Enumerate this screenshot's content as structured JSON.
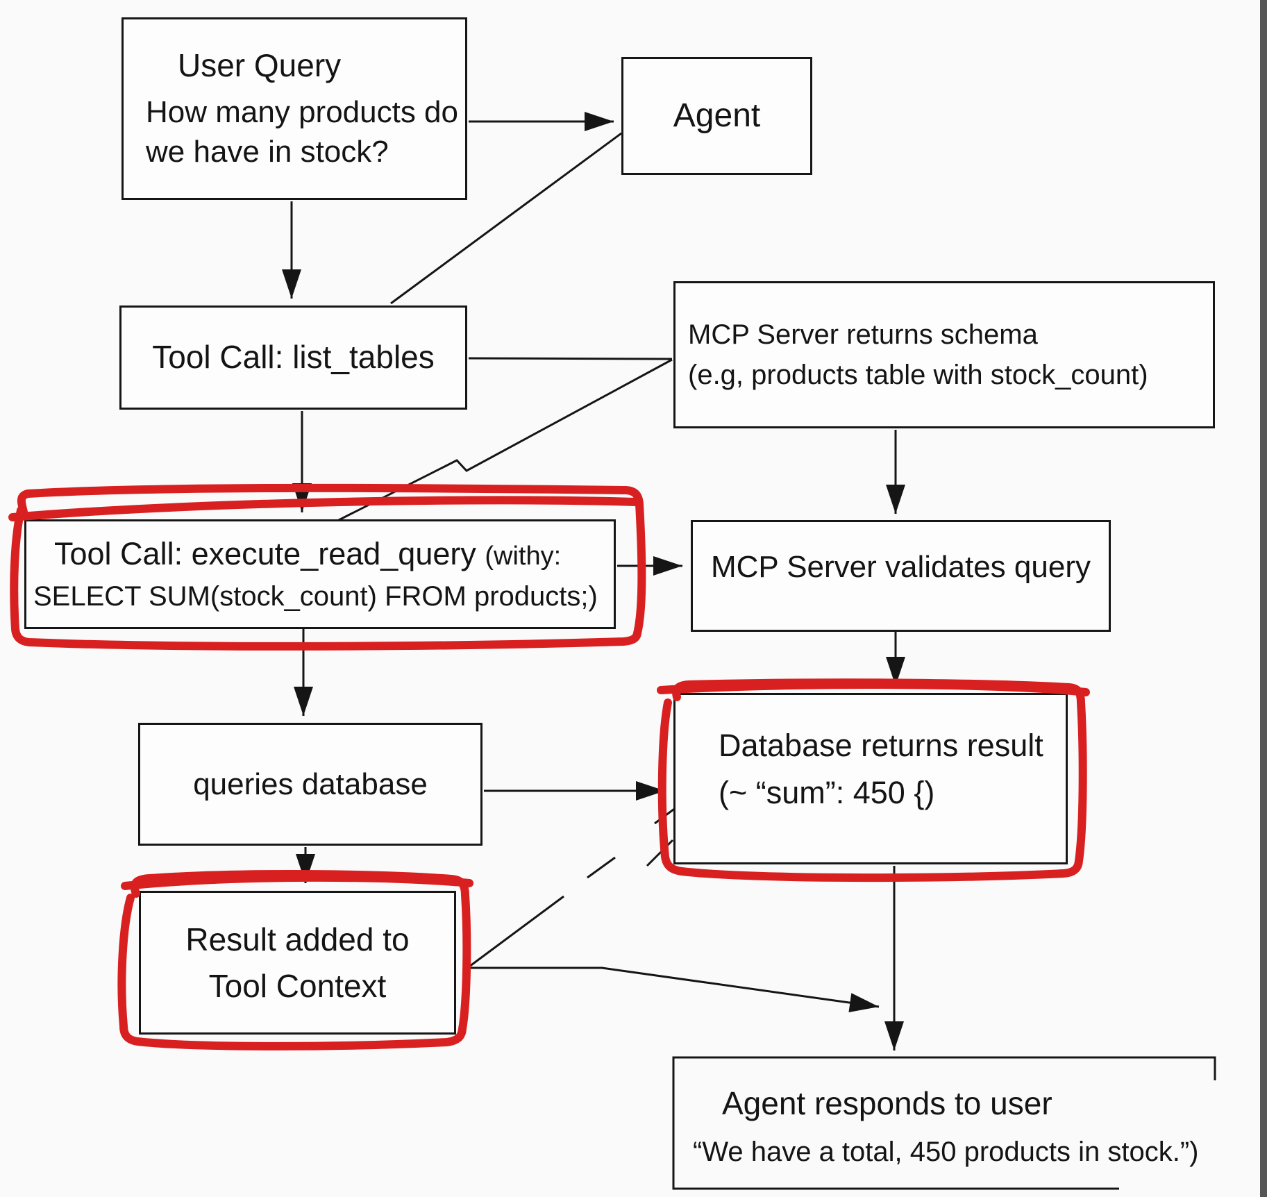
{
  "colors": {
    "annotation_red": "#d92020",
    "line_black": "#151515",
    "background": "#fafafa",
    "edge_strip_gray": "#565656"
  },
  "nodes": {
    "user_query": {
      "title": "User Query",
      "line1": "How many products do",
      "line2": "we have in stock?"
    },
    "agent": {
      "label": "Agent"
    },
    "list_tables": {
      "label": "Tool Call: list_tables"
    },
    "mcp_schema": {
      "line1": "MCP Server returns schema",
      "line2": "(e.g, products table with stock_count)"
    },
    "execute_query": {
      "title": "Tool Call: execute_read_query",
      "title_suffix": "(withy:",
      "line2": "SELECT SUM(stock_count) FROM products;)"
    },
    "validates": {
      "label": "MCP Server validates query"
    },
    "queries_db": {
      "label": "queries database"
    },
    "db_returns": {
      "line1": "Database returns result",
      "line2": "(~ “sum”: 450 {)"
    },
    "result_added": {
      "line1": "Result added to",
      "line2": "Tool Context"
    },
    "agent_responds": {
      "line1": "Agent responds to user",
      "line2": "“We have a total, 450 products in stock.”)"
    }
  }
}
